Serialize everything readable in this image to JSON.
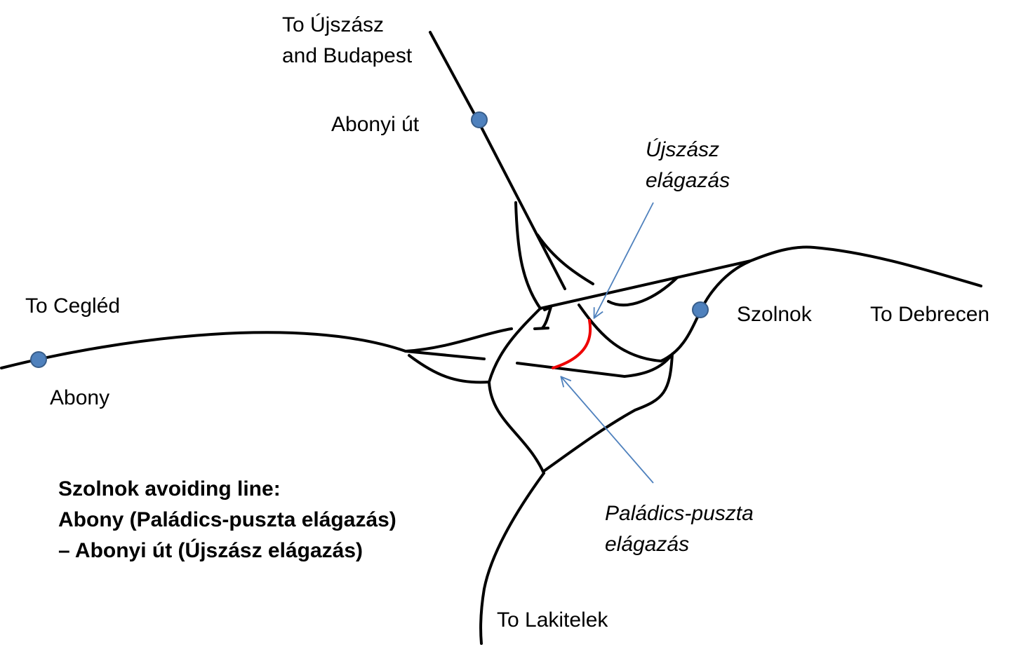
{
  "colors": {
    "track": "#000000",
    "avoiding_line": "#ee0000",
    "station": "#4f81bd",
    "station_stroke": "#385d8a",
    "pointer": "#4f81bd"
  },
  "destinations": {
    "ujszasz_budapest": [
      "To Újszász",
      "and Budapest"
    ],
    "cegled": "To Cegléd",
    "debrecen": "To Debrecen",
    "lakitelek": "To Lakitelek"
  },
  "stations": {
    "abonyi_ut": "Abonyi út",
    "abony": "Abony",
    "szolnok": "Szolnok"
  },
  "junctions": {
    "ujszasz": [
      "Újszász",
      "elágazás"
    ],
    "paladics": [
      "Paládics-puszta",
      "elágazás"
    ]
  },
  "caption": [
    "Szolnok avoiding line:",
    "Abony (Paládics-puszta elágazás)",
    "– Abonyi út (Újszász elágazás)"
  ]
}
